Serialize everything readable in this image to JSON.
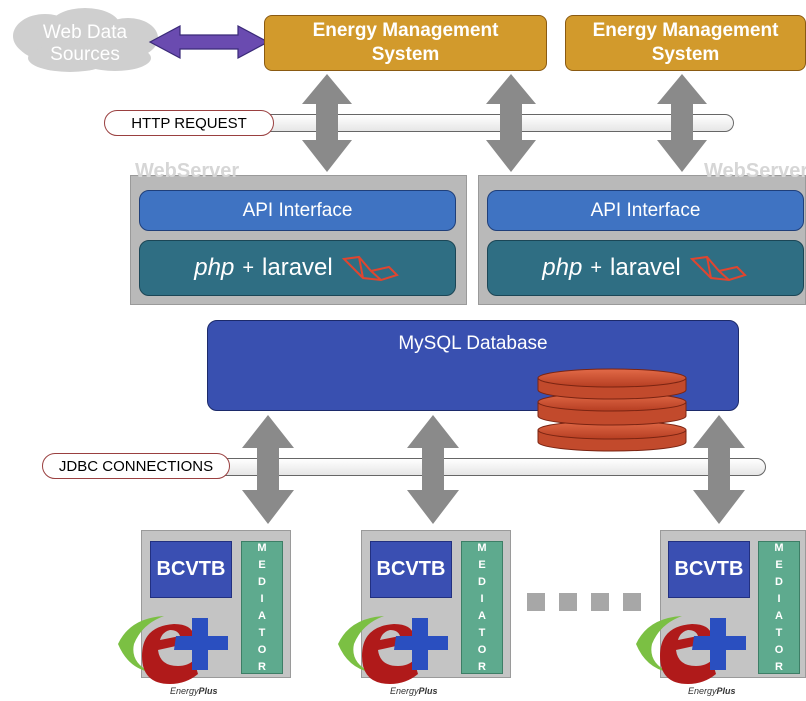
{
  "cloud": {
    "line1": "Web Data",
    "line2": "Sources"
  },
  "ems": [
    {
      "line1": "Energy Management",
      "line2": "System"
    },
    {
      "line1": "Energy Management",
      "line2": "System"
    }
  ],
  "labels": {
    "http": "HTTP REQUEST",
    "jdbc": "JDBC CONNECTIONS"
  },
  "webserver": [
    {
      "title": "WebServer",
      "api": "API Interface",
      "php": "php",
      "plus": "+",
      "laravel": "laravel"
    },
    {
      "title": "WebServer",
      "api": "API Interface",
      "php": "php",
      "plus": "+",
      "laravel": "laravel"
    }
  ],
  "database": {
    "label": "MySQL Database"
  },
  "nodes": [
    {
      "bcvtb": "BCVTB",
      "mediator": [
        "M",
        "E",
        "D",
        "I",
        "A",
        "T",
        "O",
        "R"
      ],
      "caption_a": "Energy",
      "caption_b": "Plus"
    },
    {
      "bcvtb": "BCVTB",
      "mediator": [
        "M",
        "E",
        "D",
        "I",
        "A",
        "T",
        "O",
        "R"
      ],
      "caption_a": "Energy",
      "caption_b": "Plus"
    },
    {
      "bcvtb": "BCVTB",
      "mediator": [
        "M",
        "E",
        "D",
        "I",
        "A",
        "T",
        "O",
        "R"
      ],
      "caption_a": "Energy",
      "caption_b": "Plus"
    }
  ],
  "colors": {
    "ems": "#d29a2c",
    "api": "#3f73c2",
    "php": "#2f6e83",
    "mysql": "#3950b0",
    "bcvtb": "#3a4fb2",
    "mediator": "#5eaa8e",
    "arrow": "#8a8a8a",
    "purple_arrow": "#6a4bb0",
    "disk": "#c24a2c",
    "eplus_red": "#b01a1a",
    "eplus_blue": "#2a4fc0",
    "eplus_green": "#7bc043"
  }
}
